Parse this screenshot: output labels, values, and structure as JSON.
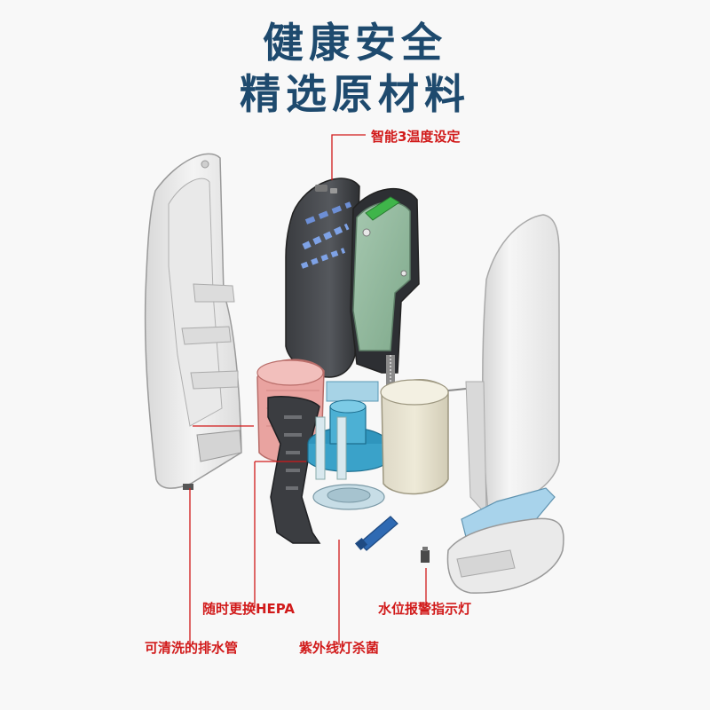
{
  "header": {
    "title_line1": "健康安全",
    "title_line2": "精选原材料"
  },
  "callouts": {
    "temp_control": "智能3温度设定",
    "hepa": "随时更换HEPA",
    "water_level": "水位报警指示灯",
    "drain_pipe": "可清洗的排水管",
    "uv_lamp": "紫外线灯杀菌"
  },
  "colors": {
    "title": "#1e4a6e",
    "callout": "#d11a1a"
  }
}
